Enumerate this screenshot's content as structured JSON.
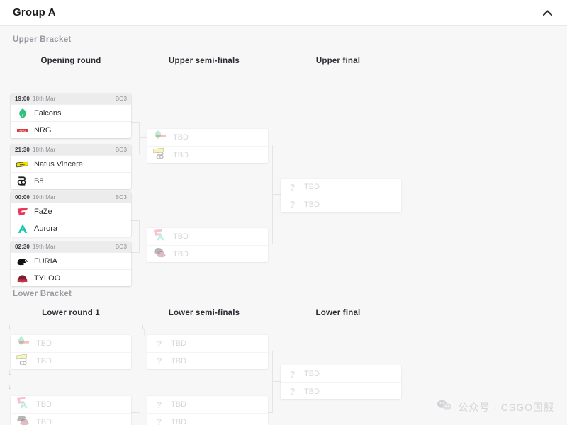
{
  "header": {
    "title": "Group A",
    "collapse_icon": "chevron-up-icon"
  },
  "sections": {
    "upper_label": "Upper Bracket",
    "lower_label": "Lower Bracket"
  },
  "rounds": {
    "upper": [
      {
        "id": "opening-round",
        "title": "Opening round"
      },
      {
        "id": "upper-semi-finals",
        "title": "Upper semi-finals"
      },
      {
        "id": "upper-final",
        "title": "Upper final"
      }
    ],
    "lower": [
      {
        "id": "lower-round-1",
        "title": "Lower round 1"
      },
      {
        "id": "lower-semi-finals",
        "title": "Lower semi-finals"
      },
      {
        "id": "lower-final",
        "title": "Lower final"
      }
    ]
  },
  "tbd_label": "TBD",
  "colors": {
    "page_bg": "#f7f7f8",
    "card_bg": "#ffffff",
    "meta_bg": "#ececed",
    "title_text": "#1b1b1f",
    "muted_text": "#9a9aa2",
    "tbd_text": "#d6d6da",
    "connector": "#e4e4e7"
  },
  "matches": {
    "upper_opening": [
      {
        "id": "m1",
        "time": "19:00",
        "date": "18th Mar",
        "format": "BO3",
        "teams": [
          {
            "name": "Falcons",
            "logo": "falcons-logo",
            "color": "#2ec27e"
          },
          {
            "name": "NRG",
            "logo": "nrg-logo",
            "color": "#e03a3e"
          }
        ]
      },
      {
        "id": "m2",
        "time": "21:30",
        "date": "18th Mar",
        "format": "BO3",
        "teams": [
          {
            "name": "Natus Vincere",
            "logo": "navi-logo",
            "color": "#f5e003"
          },
          {
            "name": "B8",
            "logo": "b8-logo",
            "color": "#1b1b1f"
          }
        ]
      },
      {
        "id": "m3",
        "time": "00:00",
        "date": "19th Mar",
        "format": "BO3",
        "teams": [
          {
            "name": "FaZe",
            "logo": "faze-logo",
            "color": "#e8375a"
          },
          {
            "name": "Aurora",
            "logo": "aurora-logo",
            "color": "#1ec8b0"
          }
        ]
      },
      {
        "id": "m4",
        "time": "02:30",
        "date": "19th Mar",
        "format": "BO3",
        "teams": [
          {
            "name": "FURIA",
            "logo": "furia-logo",
            "color": "#111114"
          },
          {
            "name": "TYLOO",
            "logo": "tyloo-logo",
            "color": "#a6243c"
          }
        ]
      }
    ],
    "upper_semis": [
      {
        "id": "us1",
        "teams": [
          {
            "name": "TBD",
            "stack": [
              "falcons-logo",
              "nrg-logo"
            ],
            "colors": [
              "#2ec27e",
              "#e03a3e"
            ]
          },
          {
            "name": "TBD",
            "stack": [
              "navi-logo",
              "b8-logo"
            ],
            "colors": [
              "#f5e003",
              "#1b1b1f"
            ]
          }
        ]
      },
      {
        "id": "us2",
        "teams": [
          {
            "name": "TBD",
            "stack": [
              "faze-logo",
              "aurora-logo"
            ],
            "colors": [
              "#e8375a",
              "#1ec8b0"
            ]
          },
          {
            "name": "TBD",
            "stack": [
              "furia-logo",
              "tyloo-logo"
            ],
            "colors": [
              "#111114",
              "#a6243c"
            ]
          }
        ]
      }
    ],
    "upper_final": [
      {
        "id": "uf1",
        "teams": [
          {
            "name": "TBD",
            "logo": "question-icon"
          },
          {
            "name": "TBD",
            "logo": "question-icon"
          }
        ]
      }
    ],
    "lower_round1": [
      {
        "id": "lr1",
        "teams": [
          {
            "name": "TBD",
            "stack": [
              "falcons-logo",
              "nrg-logo"
            ],
            "colors": [
              "#2ec27e",
              "#e03a3e"
            ]
          },
          {
            "name": "TBD",
            "stack": [
              "navi-logo",
              "b8-logo"
            ],
            "colors": [
              "#f5e003",
              "#1b1b1f"
            ]
          }
        ]
      },
      {
        "id": "lr2",
        "teams": [
          {
            "name": "TBD",
            "stack": [
              "faze-logo",
              "aurora-logo"
            ],
            "colors": [
              "#e8375a",
              "#1ec8b0"
            ]
          },
          {
            "name": "TBD",
            "stack": [
              "furia-logo",
              "tyloo-logo"
            ],
            "colors": [
              "#111114",
              "#a6243c"
            ]
          }
        ]
      }
    ],
    "lower_semis": [
      {
        "id": "ls1",
        "teams": [
          {
            "name": "TBD",
            "logo": "question-icon"
          },
          {
            "name": "TBD",
            "logo": "question-icon"
          }
        ]
      },
      {
        "id": "ls2",
        "teams": [
          {
            "name": "TBD",
            "logo": "question-icon"
          },
          {
            "name": "TBD",
            "logo": "question-icon"
          }
        ]
      }
    ],
    "lower_final": [
      {
        "id": "lf1",
        "teams": [
          {
            "name": "TBD",
            "logo": "question-icon"
          },
          {
            "name": "TBD",
            "logo": "question-icon"
          }
        ]
      }
    ]
  },
  "watermark": {
    "icon": "wechat-icon",
    "text": "公众号 · CSGO国服"
  }
}
